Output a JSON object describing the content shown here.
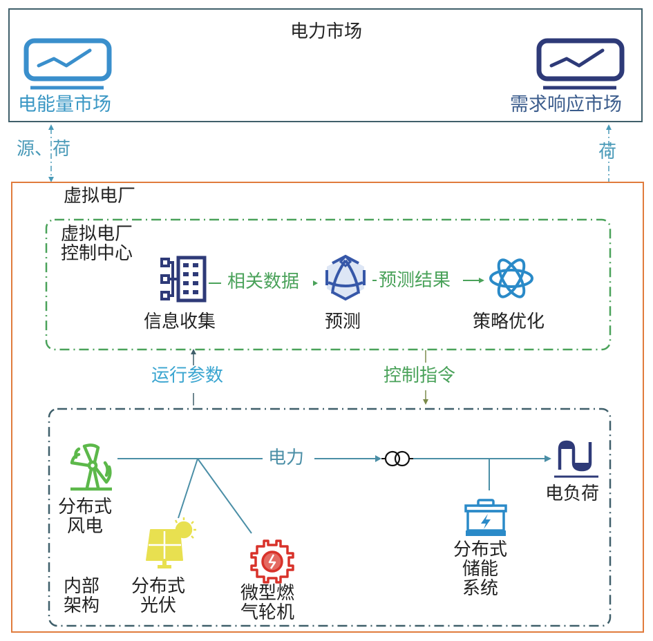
{
  "market": {
    "title": "电力市场",
    "energy_market": "电能量市场",
    "demand_response_market": "需求响应市场"
  },
  "links": {
    "energy_link": "源、荷",
    "dr_link": "荷"
  },
  "vpp": {
    "title": "虚拟电厂",
    "control_center": {
      "title_line1": "虚拟电厂",
      "title_line2": "控制中心",
      "info_collect": "信息收集",
      "forecast": "预测",
      "strategy": "策略优化",
      "edge_related_data": "相关数据",
      "edge_forecast_result": "预测结果"
    },
    "run_params": "运行参数",
    "control_cmd": "控制指令",
    "internal": {
      "label_line1": "内部",
      "label_line2": "架构",
      "power": "电力",
      "wind_line1": "分布式",
      "wind_line2": "风电",
      "pv_line1": "分布式",
      "pv_line2": "光伏",
      "gas_line1": "微型燃",
      "gas_line2": "气轮机",
      "storage_line1": "分布式",
      "storage_line2": "储能",
      "storage_line3": "系统",
      "load": "电负荷"
    }
  },
  "colors": {
    "market_border": "#3f5f6a",
    "vpp_border": "#e07b3c",
    "control_dash": "#4aa25a",
    "internal_dash": "#3f5f6a",
    "energy_blue": "#3a97c4",
    "dr_navy": "#2e3a78",
    "line_teal": "#4a8ea6"
  }
}
